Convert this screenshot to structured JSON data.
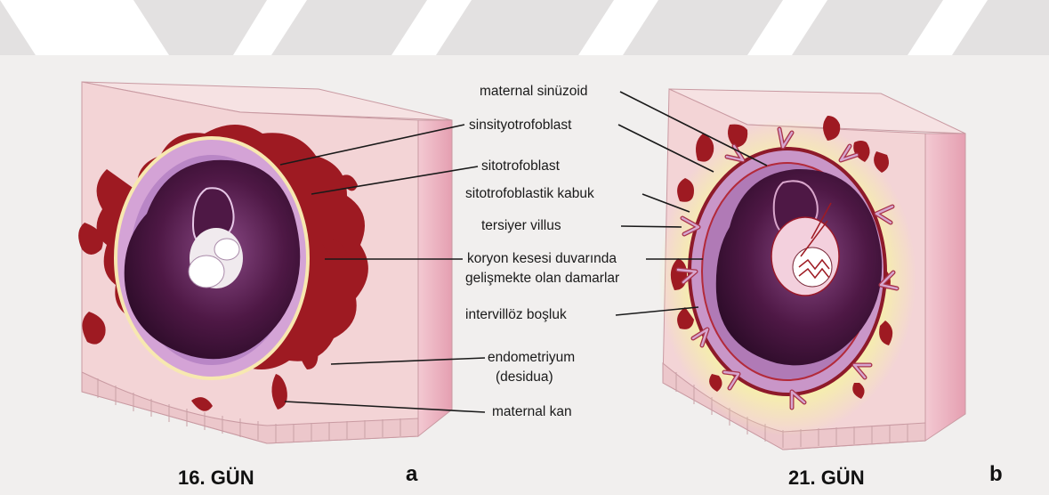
{
  "watermark_colors": {
    "band": "#e3e1e1",
    "chevron": "#ffffff"
  },
  "panels": [
    {
      "caption": "16. GÜN",
      "letter": "a"
    },
    {
      "caption": "21. GÜN",
      "letter": "b"
    }
  ],
  "labels": {
    "maternal_sinuzoid": "maternal sinüzoid",
    "sinsityotrofoblast": "sinsityotrofoblast",
    "sitotrofoblast": "sitotrofoblast",
    "sitotrofoblastik_kabuk": "sitotrofoblastik kabuk",
    "tersiyer_villus": "tersiyer villus",
    "koryon_line1": "koryon kesesi duvarında",
    "koryon_line2": "gelişmekte olan damarlar",
    "intervilloz_bosluk": "intervillöz boşluk",
    "endometriyum_line1": "endometriyum",
    "endometriyum_line2": "(desidua)",
    "maternal_kan": "maternal kan"
  },
  "colors": {
    "tissue": "#f3d6d8",
    "tissue_side": "#e9a7b5",
    "tissue_top": "#f7e3e4",
    "blood": "#9e1a22",
    "trophoblast": "#c9406a",
    "cavity": "#5a1f4f",
    "cavity_light": "#c9a0d4",
    "decidua_yellow": "#f3ef9a"
  }
}
